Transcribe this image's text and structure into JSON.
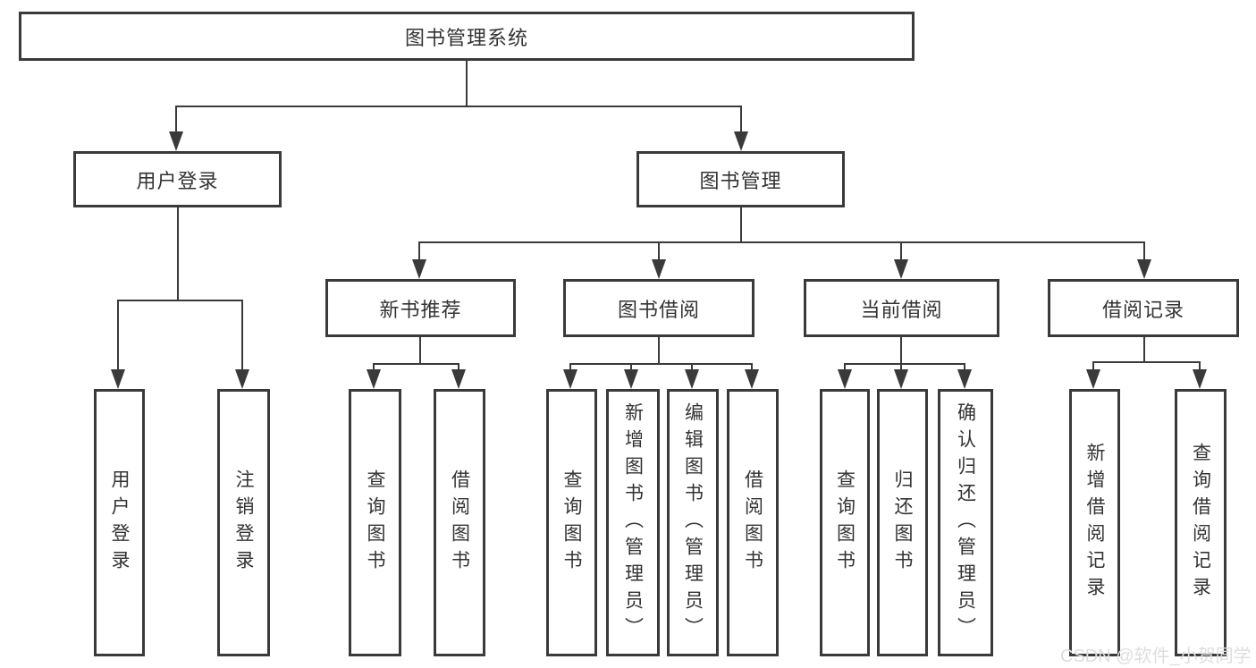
{
  "tree": {
    "root": {
      "label": "图书管理系统",
      "children": [
        {
          "label": "用户登录",
          "children": [
            {
              "label": "用户登录"
            },
            {
              "label": "注销登录"
            }
          ]
        },
        {
          "label": "图书管理",
          "children": [
            {
              "label": "新书推荐",
              "children": [
                {
                  "label": "查询图书"
                },
                {
                  "label": "借阅图书"
                }
              ]
            },
            {
              "label": "图书借阅",
              "children": [
                {
                  "label": "查询图书"
                },
                {
                  "label": "新增图书（管理员）"
                },
                {
                  "label": "编辑图书（管理员）"
                },
                {
                  "label": "借阅图书"
                }
              ]
            },
            {
              "label": "当前借阅",
              "children": [
                {
                  "label": "查询图书"
                },
                {
                  "label": "归还图书"
                },
                {
                  "label": "确认归还（管理员）"
                }
              ]
            },
            {
              "label": "借阅记录",
              "children": [
                {
                  "label": "新增借阅记录"
                },
                {
                  "label": "查询借阅记录"
                }
              ]
            }
          ]
        }
      ]
    }
  },
  "watermark": {
    "text": "CSDN @软件_小贺同学"
  },
  "colors": {
    "line": "#3a3a3a",
    "text": "#333333",
    "background": "#ffffff",
    "watermark": "#dedede"
  }
}
